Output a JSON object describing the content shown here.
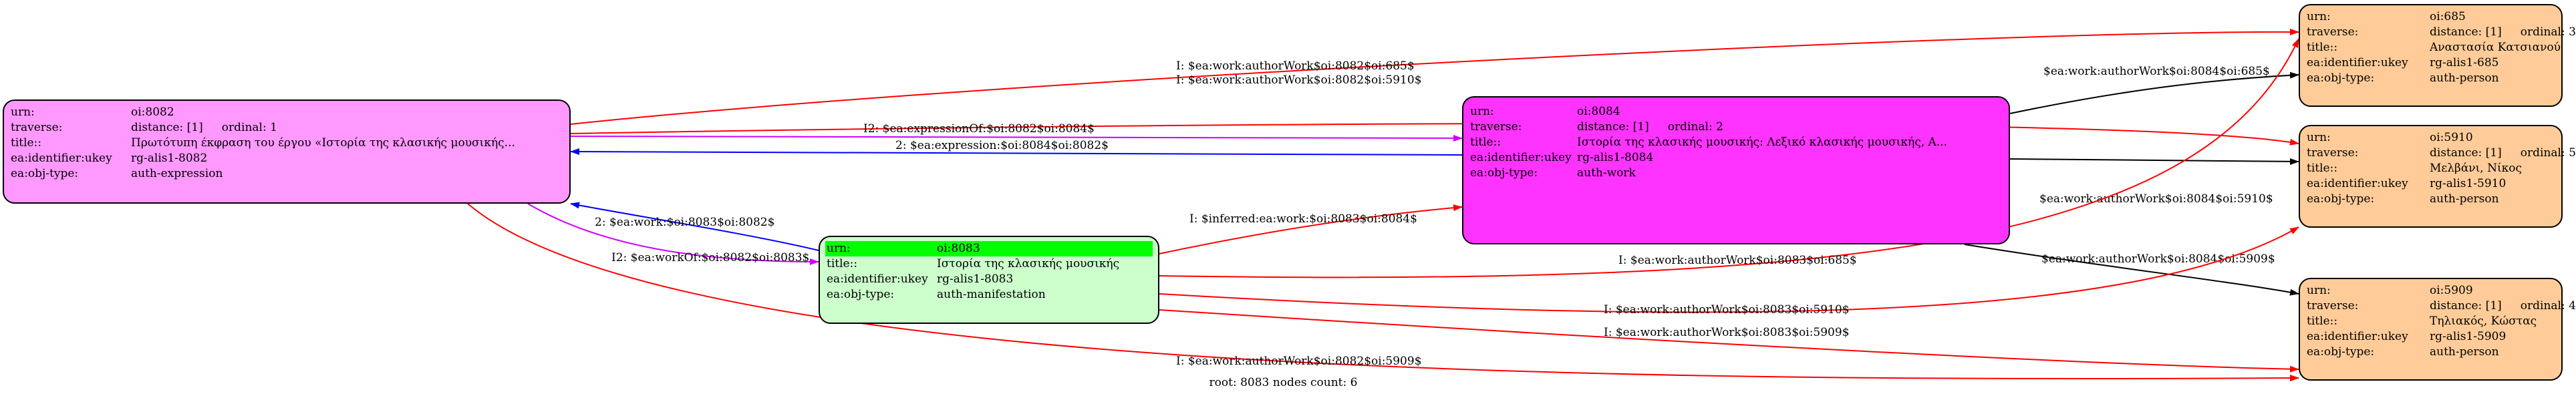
{
  "nodes": {
    "n8082": {
      "urn_key": "urn:",
      "urn": "oi:8082",
      "traverse_key": "traverse:",
      "distance": "distance: [1]",
      "ordinal": "ordinal: 1",
      "title_key": "title::",
      "title": "Πρωτότυπη έκφραση του έργου «Ιστορία της κλασικής μουσικής...",
      "ukey_key": "ea:identifier:ukey",
      "ukey": "rg-alis1-8082",
      "type_key": "ea:obj-type:",
      "type": "auth-expression"
    },
    "n8084": {
      "urn_key": "urn:",
      "urn": "oi:8084",
      "traverse_key": "traverse:",
      "distance": "distance: [1]",
      "ordinal": "ordinal: 2",
      "title_key": "title::",
      "title": "Ιστορία της κλασικής μουσικής: Λεξικό κλασικής μουσικής, Α...",
      "ukey_key": "ea:identifier:ukey",
      "ukey": "rg-alis1-8084",
      "type_key": "ea:obj-type:",
      "type": "auth-work"
    },
    "n8083": {
      "urn_key": "urn:",
      "urn": "oi:8083",
      "title_key": "title::",
      "title": "Ιστορία της κλασικής μουσικής",
      "ukey_key": "ea:identifier:ukey",
      "ukey": "rg-alis1-8083",
      "type_key": "ea:obj-type:",
      "type": "auth-manifestation"
    },
    "n685": {
      "urn_key": "urn:",
      "urn": "oi:685",
      "traverse_key": "traverse:",
      "distance": "distance: [1]",
      "ordinal": "ordinal: 3",
      "title_key": "title::",
      "title": "Αναστασία Κατσιανού",
      "ukey_key": "ea:identifier:ukey",
      "ukey": "rg-alis1-685",
      "type_key": "ea:obj-type:",
      "type": "auth-person"
    },
    "n5910": {
      "urn_key": "urn:",
      "urn": "oi:5910",
      "traverse_key": "traverse:",
      "distance": "distance: [1]",
      "ordinal": "ordinal: 5",
      "title_key": "title::",
      "title": "Μελβάνι, Νίκος",
      "ukey_key": "ea:identifier:ukey",
      "ukey": "rg-alis1-5910",
      "type_key": "ea:obj-type:",
      "type": "auth-person"
    },
    "n5909": {
      "urn_key": "urn:",
      "urn": "oi:5909",
      "traverse_key": "traverse:",
      "distance": "distance: [1]",
      "ordinal": "ordinal: 4",
      "title_key": "title::",
      "title": "Τηλιακός, Κώστας",
      "ukey_key": "ea:identifier:ukey",
      "ukey": "rg-alis1-5909",
      "type_key": "ea:obj-type:",
      "type": "auth-person"
    }
  },
  "edges": [
    {
      "label": "I: $ea:work:authorWork$oi:8082$oi:685$",
      "color": "#ff0000"
    },
    {
      "label": "I: $ea:work:authorWork$oi:8082$oi:5910$",
      "color": "#ff0000"
    },
    {
      "label": "I2: $ea:expressionOf:$oi:8082$oi:8084$",
      "color": "#cc00ff"
    },
    {
      "label": "2: $ea:expression:$oi:8084$oi:8082$",
      "color": "#0000ff"
    },
    {
      "label": "2: $ea:work:$oi:8083$oi:8082$",
      "color": "#0000ff"
    },
    {
      "label": "I2: $ea:workOf:$oi:8082$oi:8083$",
      "color": "#cc00ff"
    },
    {
      "label": "I: $inferred:ea:work:$oi:8083$oi:8084$",
      "color": "#ff0000"
    },
    {
      "label": "I: $ea:work:authorWork$oi:8082$oi:5909$",
      "color": "#ff0000"
    },
    {
      "label": "$ea:work:authorWork$oi:8084$oi:685$",
      "color": "#000000"
    },
    {
      "label": "$ea:work:authorWork$oi:8084$oi:5910$",
      "color": "#000000"
    },
    {
      "label": "$ea:work:authorWork$oi:8084$oi:5909$",
      "color": "#000000"
    },
    {
      "label": "I: $ea:work:authorWork$oi:8083$oi:685$",
      "color": "#ff0000"
    },
    {
      "label": "I: $ea:work:authorWork$oi:8083$oi:5910$",
      "color": "#ff0000"
    },
    {
      "label": "I: $ea:work:authorWork$oi:8083$oi:5909$",
      "color": "#ff0000"
    }
  ],
  "colors": {
    "expression": "#ff99ff",
    "work": "#ff33ff",
    "manifestation": "#ccffcc",
    "manifestation_head": "#00ff00",
    "person": "#ffcc99"
  },
  "footer": "root: 8083 nodes count: 6"
}
